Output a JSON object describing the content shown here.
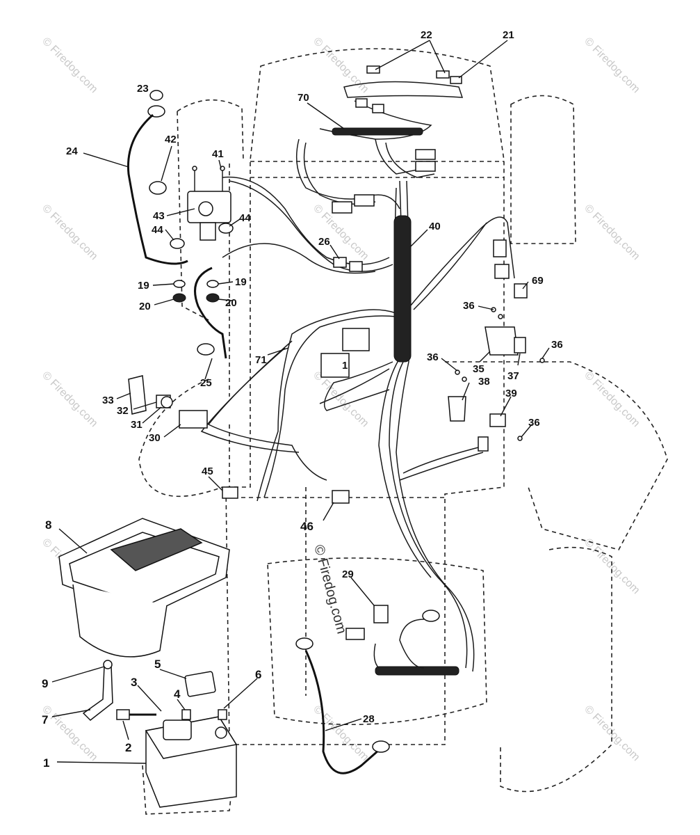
{
  "watermark": {
    "text": "© Firedog.com",
    "center_text": "© Firedog.com"
  },
  "callouts": [
    {
      "id": "c22",
      "label": "22"
    },
    {
      "id": "c21",
      "label": "21"
    },
    {
      "id": "c23",
      "label": "23"
    },
    {
      "id": "c70",
      "label": "70"
    },
    {
      "id": "c42",
      "label": "42"
    },
    {
      "id": "c24",
      "label": "24"
    },
    {
      "id": "c41",
      "label": "41"
    },
    {
      "id": "c43",
      "label": "43"
    },
    {
      "id": "c44a",
      "label": "44"
    },
    {
      "id": "c44b",
      "label": "44"
    },
    {
      "id": "c40",
      "label": "40"
    },
    {
      "id": "c26",
      "label": "26"
    },
    {
      "id": "c19a",
      "label": "19"
    },
    {
      "id": "c19b",
      "label": "19"
    },
    {
      "id": "c20a",
      "label": "20"
    },
    {
      "id": "c20b",
      "label": "20"
    },
    {
      "id": "c69",
      "label": "69"
    },
    {
      "id": "c36a",
      "label": "36"
    },
    {
      "id": "c36b",
      "label": "36"
    },
    {
      "id": "c36c",
      "label": "36"
    },
    {
      "id": "c36d",
      "label": "36"
    },
    {
      "id": "c35",
      "label": "35"
    },
    {
      "id": "c37",
      "label": "37"
    },
    {
      "id": "c38",
      "label": "38"
    },
    {
      "id": "c39",
      "label": "39"
    },
    {
      "id": "c71",
      "label": "71"
    },
    {
      "id": "c25",
      "label": "25"
    },
    {
      "id": "c33",
      "label": "33"
    },
    {
      "id": "c32",
      "label": "32"
    },
    {
      "id": "c31",
      "label": "31"
    },
    {
      "id": "c30",
      "label": "30"
    },
    {
      "id": "c45",
      "label": "45"
    },
    {
      "id": "c46",
      "label": "46"
    },
    {
      "id": "c8",
      "label": "8"
    },
    {
      "id": "c29",
      "label": "29"
    },
    {
      "id": "c9",
      "label": "9"
    },
    {
      "id": "c5",
      "label": "5"
    },
    {
      "id": "c3",
      "label": "3"
    },
    {
      "id": "c6",
      "label": "6"
    },
    {
      "id": "c4",
      "label": "4"
    },
    {
      "id": "c7",
      "label": "7"
    },
    {
      "id": "c2",
      "label": "2"
    },
    {
      "id": "c28",
      "label": "28"
    },
    {
      "id": "c1",
      "label": "1"
    }
  ],
  "connector_label": "1"
}
